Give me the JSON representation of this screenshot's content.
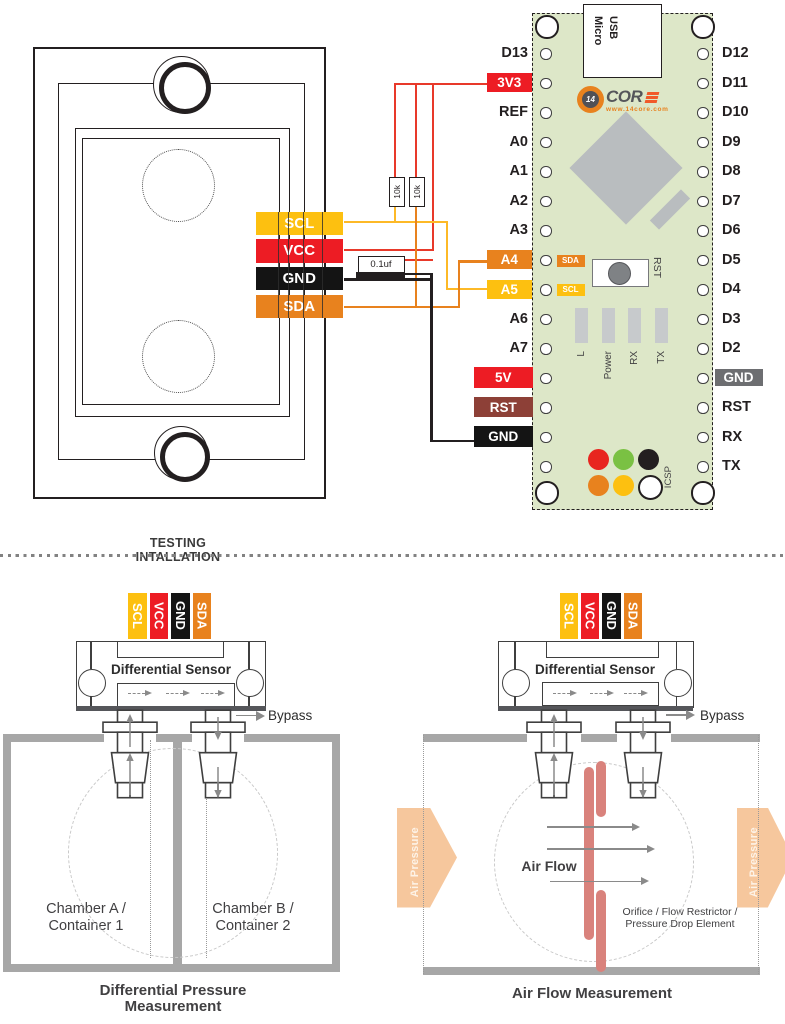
{
  "wiring": {
    "tags": [
      {
        "label": "SCL",
        "color": "#fdc010"
      },
      {
        "label": "VCC",
        "color": "#ed1c24"
      },
      {
        "label": "GND",
        "color": "#141414"
      },
      {
        "label": "SDA",
        "color": "#e8821e"
      }
    ],
    "resistors": [
      "10k",
      "10k"
    ],
    "capacitor": "0.1uf"
  },
  "board": {
    "usb_label": {
      "left_column": "Micro",
      "right_column": "USB"
    },
    "logo": {
      "badge": "14",
      "brand_cor": "COR",
      "url": "www.14core.com"
    },
    "left_pins": [
      {
        "label": "D13",
        "style": "plain"
      },
      {
        "label": "3V3",
        "style": "red"
      },
      {
        "label": "REF",
        "style": "plain"
      },
      {
        "label": "A0",
        "style": "plain"
      },
      {
        "label": "A1",
        "style": "plain"
      },
      {
        "label": "A2",
        "style": "plain"
      },
      {
        "label": "A3",
        "style": "plain"
      },
      {
        "label": "A4",
        "style": "orange"
      },
      {
        "label": "A5",
        "style": "yellow"
      },
      {
        "label": "A6",
        "style": "plain"
      },
      {
        "label": "A7",
        "style": "plain"
      },
      {
        "label": "5V",
        "style": "red-wide"
      },
      {
        "label": "RST",
        "style": "maroon"
      },
      {
        "label": "GND",
        "style": "black"
      },
      {
        "label": "",
        "style": "none"
      }
    ],
    "right_pins": [
      {
        "label": "D12",
        "style": "plain"
      },
      {
        "label": "D11",
        "style": "plain"
      },
      {
        "label": "D10",
        "style": "plain"
      },
      {
        "label": "D9",
        "style": "plain"
      },
      {
        "label": "D8",
        "style": "plain"
      },
      {
        "label": "D7",
        "style": "plain"
      },
      {
        "label": "D6",
        "style": "plain"
      },
      {
        "label": "D5",
        "style": "plain"
      },
      {
        "label": "D4",
        "style": "plain"
      },
      {
        "label": "D3",
        "style": "plain"
      },
      {
        "label": "D2",
        "style": "plain"
      },
      {
        "label": "GND",
        "style": "gray"
      },
      {
        "label": "RST",
        "style": "plain"
      },
      {
        "label": "RX",
        "style": "plain"
      },
      {
        "label": "TX",
        "style": "plain"
      }
    ],
    "inner_tags": {
      "sda": "SDA",
      "scl": "SCL"
    },
    "rst_label": "RST",
    "led_labels": [
      "L",
      "Power",
      "RX",
      "TX"
    ],
    "icsp_label": "ICSP"
  },
  "divider": {
    "title": "TESTING INTALLATION"
  },
  "diagram_left": {
    "sensor_label": "Differential Sensor",
    "bypass_label": "Bypass",
    "chamber_a": {
      "line1": "Chamber A /",
      "line2": "Container 1"
    },
    "chamber_b": {
      "line1": "Chamber B /",
      "line2": "Container 2"
    },
    "caption": {
      "line1": "Differential Pressure",
      "line2": "Measurement"
    }
  },
  "diagram_right": {
    "sensor_label": "Differential Sensor",
    "bypass_label": "Bypass",
    "air_flow_label": "Air Flow",
    "orifice_label": {
      "line1": "Orifice / Flow Restrictor /",
      "line2": "Pressure Drop Element"
    },
    "air_pressure_left": "Air Pressure",
    "air_pressure_right": "Air Pressure",
    "caption": "Air Flow Measurement"
  },
  "colors": {
    "board_green": "#dde7c8",
    "silk_gray": "#b9bdbf",
    "bar_gray": "#c7cacc",
    "tag_yellow": "#fdc010",
    "tag_red": "#ed1c24",
    "tag_orange": "#e8821e",
    "tag_black": "#141414",
    "tag_maroon": "#8d4037",
    "tag_gray": "#6d6e71",
    "wire_red": "#e8392a",
    "wire_yellow": "#fdb927",
    "wire_orange": "#e8821e",
    "wire_black": "#231f20",
    "wall_gray": "#a7a7a7",
    "salmon": "#d9827c",
    "peach": "#f6c79d"
  }
}
